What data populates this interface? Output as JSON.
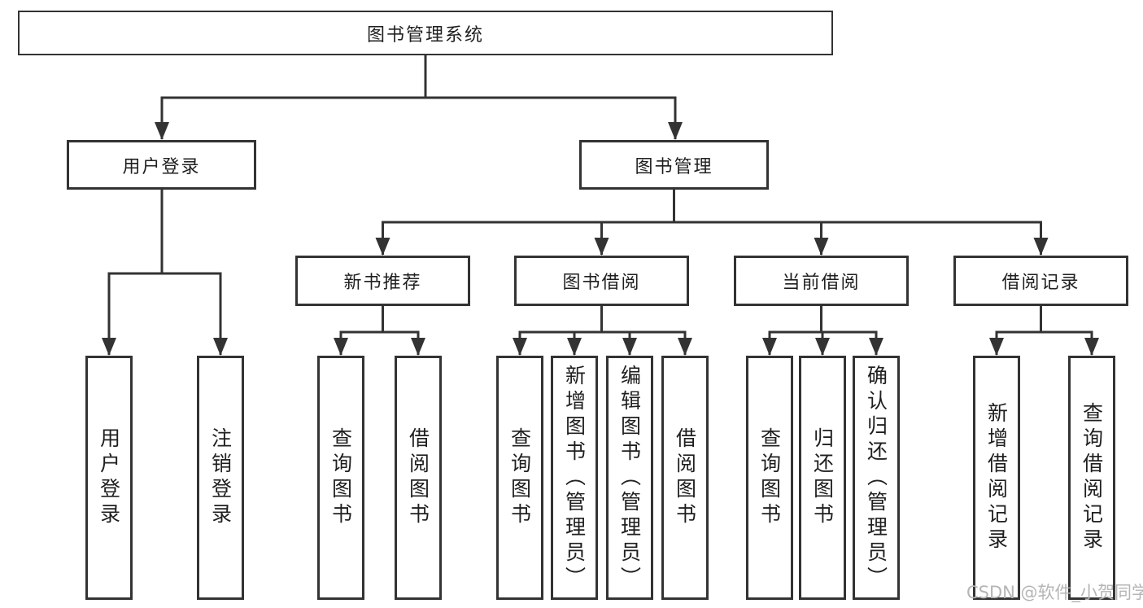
{
  "nodes": {
    "root": "图书管理系统",
    "level2": [
      "用户登录",
      "图书管理"
    ],
    "level3": [
      "新书推荐",
      "图书借阅",
      "当前借阅",
      "借阅记录"
    ],
    "leaves": {
      "user_login": [
        "用户登录",
        "注销登录"
      ],
      "new_book_recommendation": [
        "查询图书",
        "借阅图书"
      ],
      "book_borrowing": [
        "查询图书",
        "新增图书（管理员）",
        "编辑图书（管理员）",
        "借阅图书"
      ],
      "current_borrowing": [
        "查询图书",
        "归还图书",
        "确认归还（管理员）"
      ],
      "borrowing_records": [
        "新增借阅记录",
        "查询借阅记录"
      ]
    }
  },
  "watermark": "CSDN @软件_小贺同学",
  "colors": {
    "line": "#333333",
    "text": "#1f1f1f",
    "watermark": "#b5b5b5",
    "background": "#ffffff",
    "box_fill": "#ffffff"
  }
}
